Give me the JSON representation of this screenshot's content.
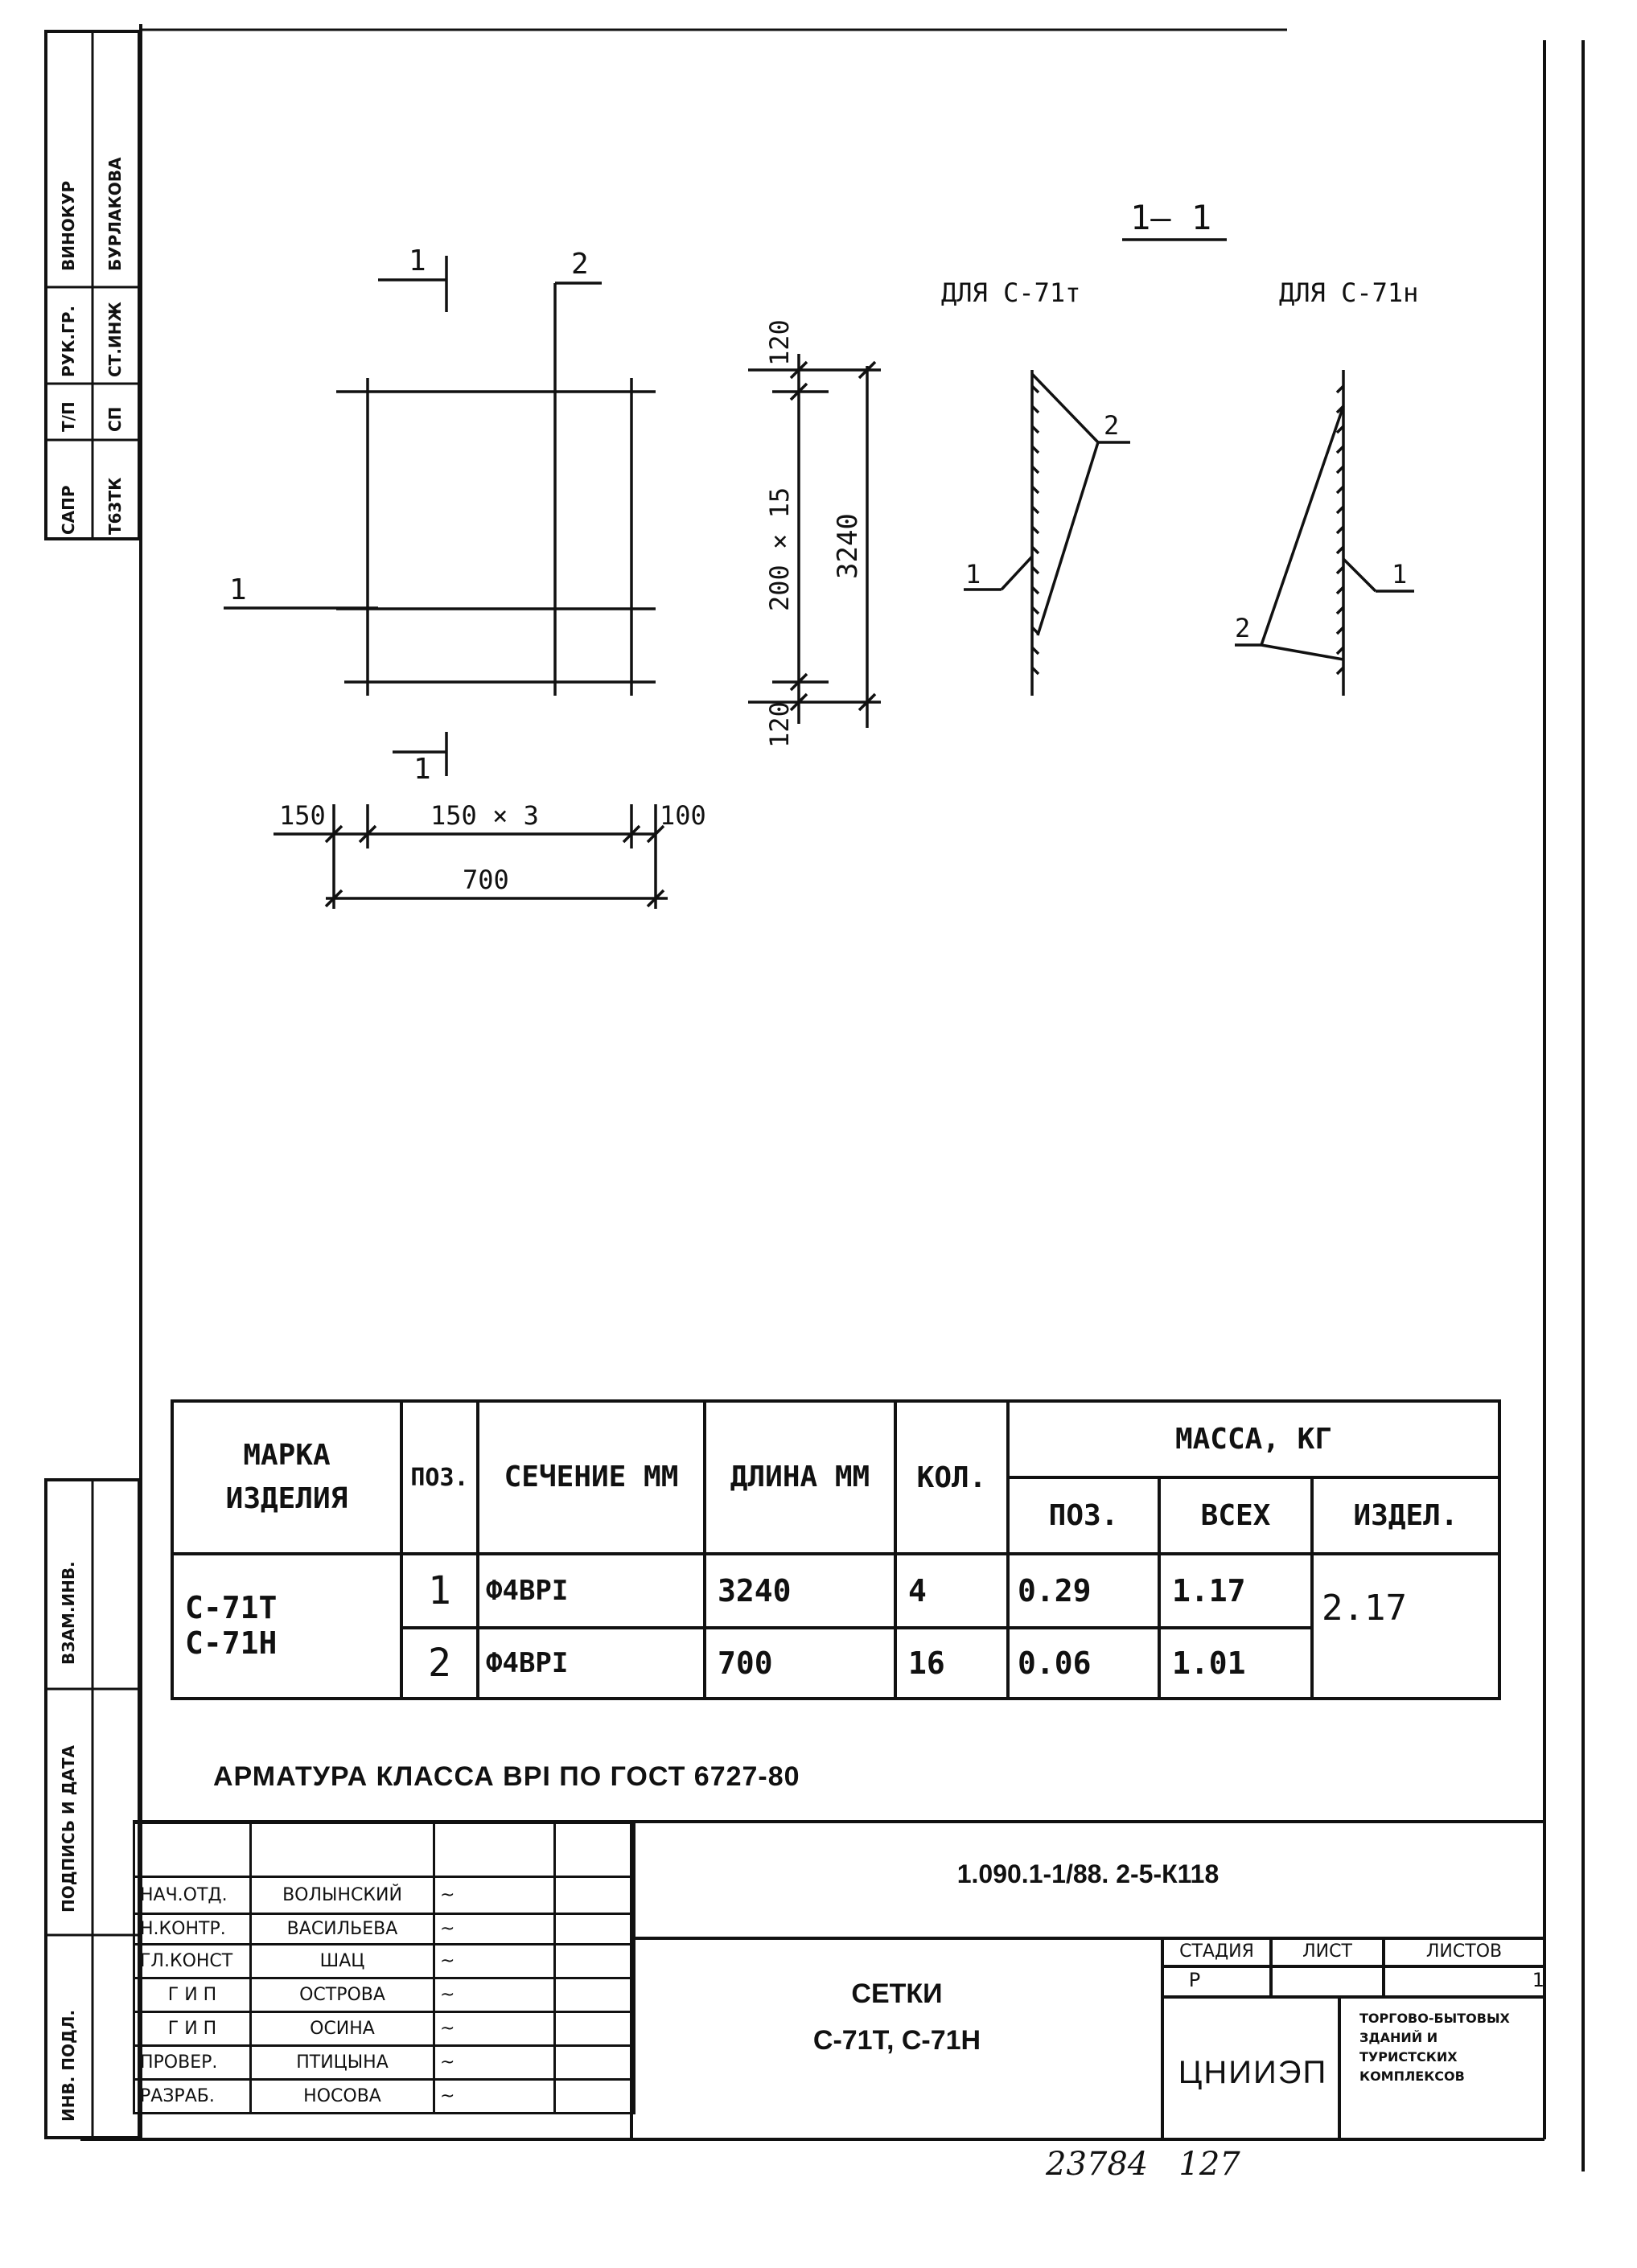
{
  "side_stamp_top": {
    "row1": [
      "САПР",
      "Т/П",
      "РУК.ГР.",
      "ВИНОКУР"
    ],
    "row2": [
      "Т63ТК",
      "СП",
      "СТ.ИНЖ",
      "БУРЛАКОВА"
    ]
  },
  "side_stamp_bottom": [
    "ВЗАМ.ИНВ.",
    "ПОДПИСЬ И ДАТА",
    "ИНВ. ПОДЛ."
  ],
  "drawing": {
    "section_title": "1— 1",
    "plan": {
      "cut_mark_top": "1",
      "cut_mark_bottom": "1",
      "pos_top": "2",
      "pos_left": "1",
      "dim_left": "150",
      "dim_mid": "150 × 3",
      "dim_right": "100",
      "dim_total": "700",
      "dim_v_top": "120",
      "dim_v_mid": "200 × 15",
      "dim_v_total": "3240",
      "dim_v_bottom": "120"
    },
    "section_t": {
      "label": "ДЛЯ С-71т",
      "pos_a": "2",
      "pos_b": "1"
    },
    "section_n": {
      "label": "ДЛЯ С-71н",
      "pos_a": "1",
      "pos_b": "2"
    }
  },
  "spec_table": {
    "headers": {
      "mark": "МАРКА ИЗДЕЛИЯ",
      "pos": "ПОЗ.",
      "section": "СЕЧЕНИЕ ММ",
      "length": "ДЛИНА ММ",
      "count": "КОЛ.",
      "mass": "МАССА, КГ",
      "mass_pos": "ПОЗ.",
      "mass_all": "ВСЕХ",
      "mass_item": "ИЗДЕЛ."
    },
    "mark_line1": "С-71Т",
    "mark_line2": "С-71Н",
    "rows": [
      {
        "pos": "1",
        "section": "Ф4ВРI",
        "length": "3240",
        "count": "4",
        "mass_pos": "0.29",
        "mass_all": "1.17"
      },
      {
        "pos": "2",
        "section": "Ф4ВРI",
        "length": "700",
        "count": "16",
        "mass_pos": "0.06",
        "mass_all": "1.01"
      }
    ],
    "mass_item": "2.17"
  },
  "note": "АРМАТУРА КЛАССА ВРI ПО ГОСТ 6727-80",
  "title_block": {
    "doc_code": "1.090.1-1/88. 2-5-К118",
    "title_line1": "СЕТКИ",
    "title_line2": "С-71Т, С-71Н",
    "stage_h": "СТАДИЯ",
    "sheet_h": "ЛИСТ",
    "sheets_h": "ЛИСТОВ",
    "stage": "Р",
    "sheets": "1",
    "org": "ЦНИИЭП",
    "org_sub": "ТОРГОВО-БЫТОВЫХ ЗДАНИЙ И ТУРИСТСКИХ КОМПЛЕКСОВ",
    "staff": [
      {
        "role": "НАЧ.ОТД.",
        "name": "ВОЛЫНСКИЙ"
      },
      {
        "role": "Н.КОНТР.",
        "name": "ВАСИЛЬЕВА"
      },
      {
        "role": "ГЛ.КОНСТ",
        "name": "ШАЦ"
      },
      {
        "role": "Г И П",
        "name": "ОСТРОВА"
      },
      {
        "role": "Г И П",
        "name": "ОСИНА"
      },
      {
        "role": "ПРОВЕР.",
        "name": "ПТИЦЫНА"
      },
      {
        "role": "РАЗРАБ.",
        "name": "НОСОВА"
      }
    ]
  },
  "footer_number": "23784   127"
}
